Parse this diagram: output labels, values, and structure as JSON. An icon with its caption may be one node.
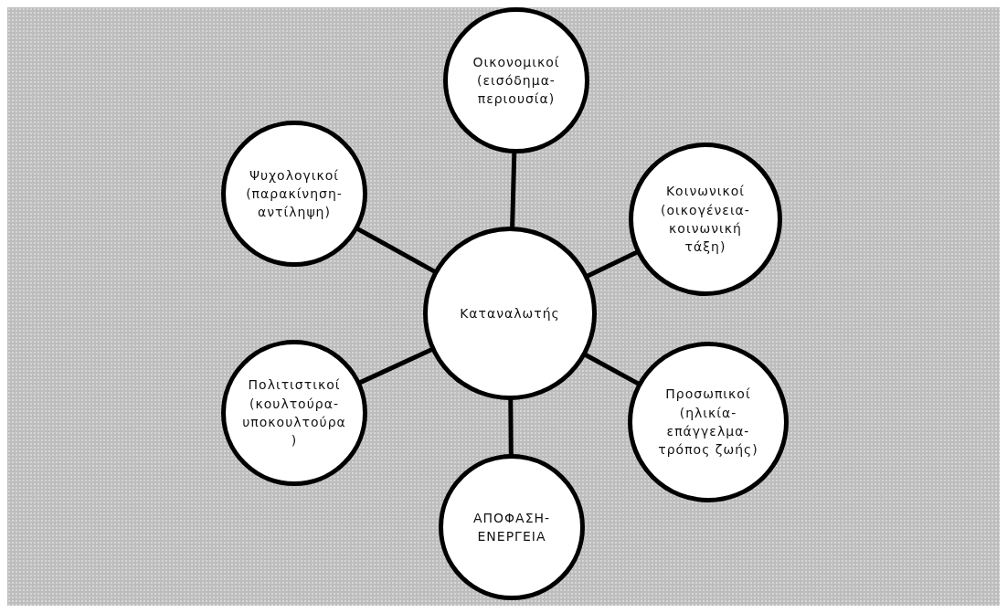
{
  "diagram": {
    "nodes": [
      {
        "text": [
          "Οικονομικοί (εισόδημα-περιουσία)"
        ]
      },
      {
        "text": [
          "Ψυχολογικοί (παρακίνηση-αντίληψη)"
        ]
      },
      {
        "text": [
          "Κοινωνικοί (οικογένεια-κοινωνική τάξη)"
        ]
      },
      {
        "text": [
          "Καταναλωτής"
        ]
      },
      {
        "text": [
          "Πολιτιστικοί (κουλτούρα-υποκουλτούρα)"
        ]
      },
      {
        "text": [
          "Προσωπικοί (ηλικία-επάγγελμα-τρόπος ζωής)"
        ]
      },
      {
        "text": [
          "ΑΠΟΦΑΣΗ-ΕΝΕΡΓΕΙΑ"
        ]
      }
    ],
    "edges": [
      {
        "from": 3,
        "to": 0,
        "arrow": "none"
      },
      {
        "from": 3,
        "to": 1,
        "arrow": "none"
      },
      {
        "from": 3,
        "to": 2,
        "arrow": "none"
      },
      {
        "from": 3,
        "to": 4,
        "arrow": "none"
      },
      {
        "from": 3,
        "to": 5,
        "arrow": "none"
      },
      {
        "from": 3,
        "to": 6,
        "arrow": "none"
      }
    ]
  }
}
